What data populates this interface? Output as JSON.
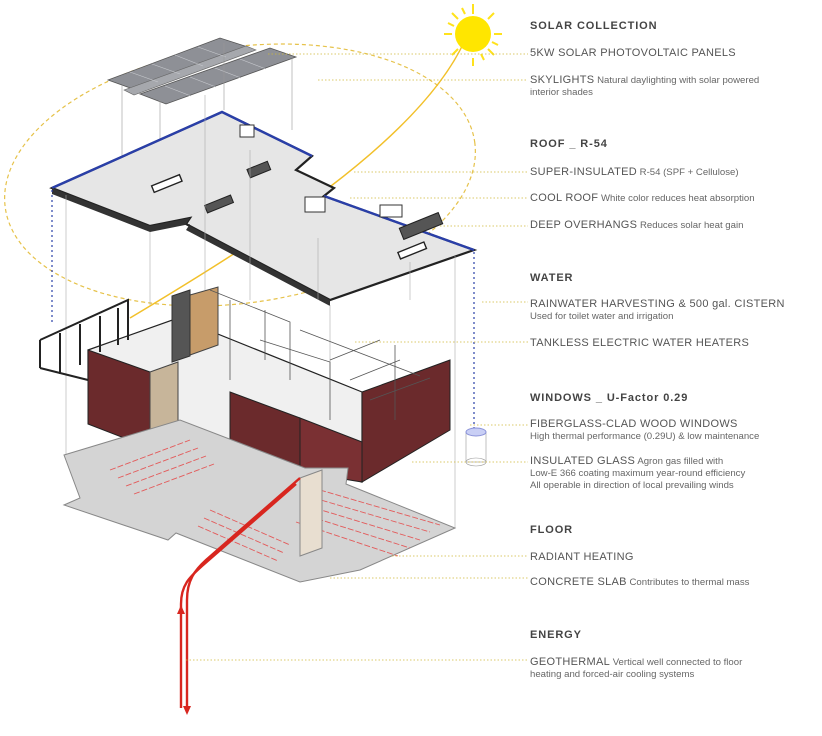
{
  "sections": [
    {
      "title": "SOLAR COLLECTION",
      "items": [
        {
          "head": "5kW SOLAR PHOTOVOLTAIC PANELS",
          "desc": "",
          "lines": []
        },
        {
          "head": "SKYLIGHTS",
          "desc": "Natural daylighting with solar powered",
          "lines": [
            "interior shades"
          ]
        }
      ]
    },
    {
      "title": "ROOF _ R-54",
      "items": [
        {
          "head": "SUPER-INSULATED",
          "desc": "R-54 (SPF + Cellulose)",
          "lines": []
        },
        {
          "head": "COOL ROOF",
          "desc": "White color reduces heat absorption",
          "lines": []
        },
        {
          "head": "DEEP OVERHANGS",
          "desc": "Reduces solar heat gain",
          "lines": []
        }
      ]
    },
    {
      "title": "WATER",
      "items": [
        {
          "head": "RAINWATER HARVESTING & 500 gal. CISTERN",
          "desc": "",
          "lines": [
            "Used for toilet water and irrigation"
          ]
        },
        {
          "head": "TANKLESS ELECTRIC WATER HEATERS",
          "desc": "",
          "lines": []
        }
      ]
    },
    {
      "title": "WINDOWS _ U-Factor 0.29",
      "items": [
        {
          "head": "FIBERGLASS-CLAD WOOD WINDOWS",
          "desc": "",
          "lines": [
            "High thermal performance (0.29U) & low maintenance"
          ]
        },
        {
          "head": "INSULATED GLASS",
          "desc": "Agron gas filled with",
          "lines": [
            "Low-E 366 coating maximum year-round efficiency",
            "All operable in direction of local prevailing winds"
          ]
        }
      ]
    },
    {
      "title": "FLOOR",
      "items": [
        {
          "head": "RADIANT HEATING",
          "desc": "",
          "lines": []
        },
        {
          "head": "CONCRETE SLAB",
          "desc": "Contributes to thermal mass",
          "lines": []
        }
      ]
    },
    {
      "title": "ENERGY",
      "items": [
        {
          "head": "GEOTHERMAL",
          "desc": "Vertical well connected to floor",
          "lines": [
            "heating and forced-air cooling systems"
          ]
        }
      ]
    }
  ],
  "colors": {
    "leader": "#d9c22a",
    "sun": "#ffe600",
    "orbit": "#e8c23a",
    "roof_edge_blue": "#2a3fa8",
    "wall_maroon": "#6b2a2c",
    "pipe_red": "#d8261f",
    "panel_gray": "#8e9096",
    "cistern": "#c9cff5"
  },
  "icons": [
    "sun-icon",
    "solar-panel-icon",
    "skylight-icon",
    "cistern-icon",
    "geothermal-pipe-icon"
  ]
}
